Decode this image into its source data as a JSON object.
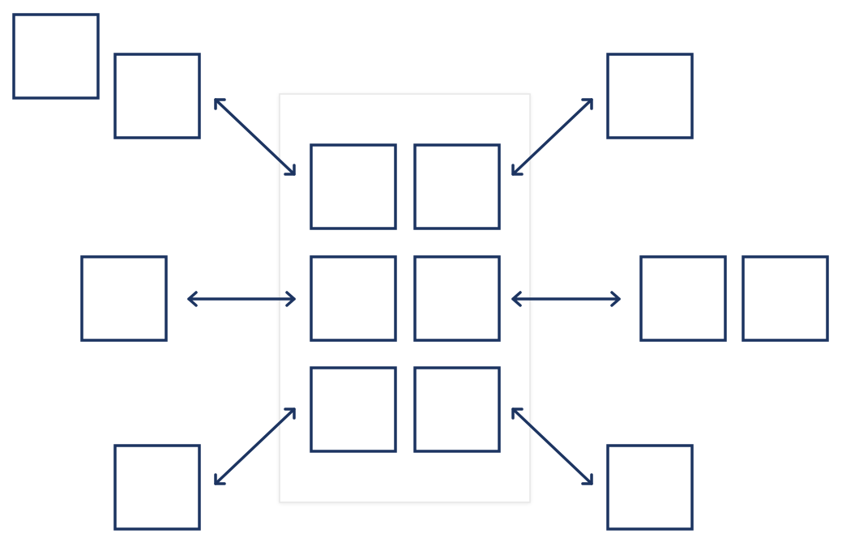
{
  "diagram": {
    "colors": {
      "stroke": "#1c3461",
      "panel_border": "#e6e6e6",
      "background": "#ffffff"
    },
    "central_grid": {
      "rows": 3,
      "columns": 2,
      "cell_count": 6
    },
    "peripheral_groups": [
      {
        "side": "top-left",
        "box_count": 2
      },
      {
        "side": "left",
        "box_count": 1
      },
      {
        "side": "bottom-left",
        "box_count": 1
      },
      {
        "side": "top-right",
        "box_count": 1
      },
      {
        "side": "right",
        "box_count": 2
      },
      {
        "side": "bottom-right",
        "box_count": 1
      }
    ],
    "connectors": [
      {
        "from": "top-left",
        "to": "central-grid",
        "style": "double-headed-arrow"
      },
      {
        "from": "left",
        "to": "central-grid",
        "style": "double-headed-arrow"
      },
      {
        "from": "bottom-left",
        "to": "central-grid",
        "style": "double-headed-arrow"
      },
      {
        "from": "top-right",
        "to": "central-grid",
        "style": "double-headed-arrow"
      },
      {
        "from": "right",
        "to": "central-grid",
        "style": "double-headed-arrow"
      },
      {
        "from": "bottom-right",
        "to": "central-grid",
        "style": "double-headed-arrow"
      }
    ]
  }
}
